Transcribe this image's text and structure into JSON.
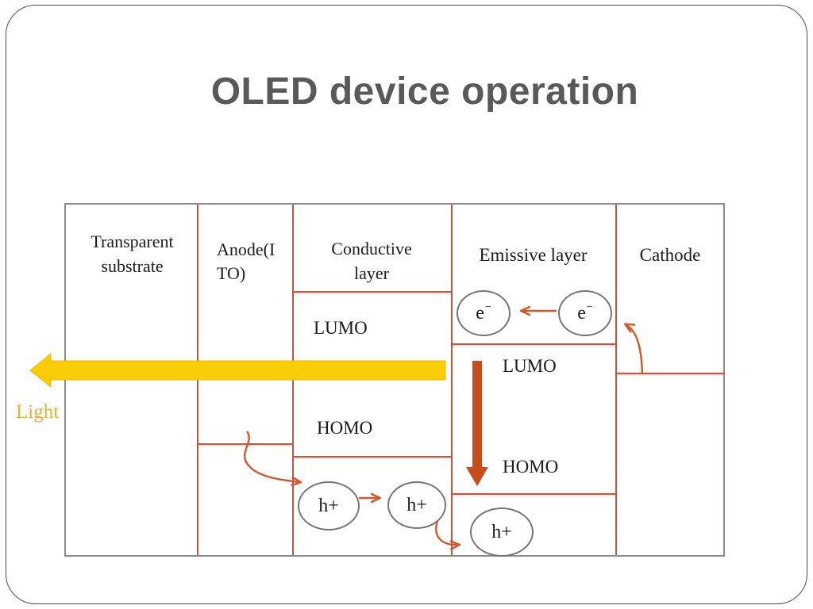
{
  "slide": {
    "title": "OLED device operation"
  },
  "diagram": {
    "layers": [
      {
        "label": "Transparent substrate",
        "lines": [
          "Transparent",
          "substrate"
        ]
      },
      {
        "label": "Anode(ITO)",
        "lines": [
          "Anode(I",
          "TO)"
        ]
      },
      {
        "label": "Conductive layer",
        "lines": [
          "Conductive",
          "layer"
        ]
      },
      {
        "label": "Emissive layer",
        "lines": [
          "Emissive layer"
        ]
      },
      {
        "label": "Cathode",
        "lines": [
          "Cathode"
        ]
      }
    ],
    "conductive_layer": {
      "lumo_label": "LUMO",
      "homo_label": "HOMO"
    },
    "emissive_layer": {
      "lumo_label": "LUMO",
      "homo_label": "HOMO"
    },
    "particles": {
      "electron": {
        "base": "e",
        "superscript": "−"
      },
      "hole": {
        "label": "h+"
      }
    },
    "light": {
      "label": "Light"
    }
  },
  "colors": {
    "title_gray": "#595959",
    "divider_red": "#C3573E",
    "arrow_orange": "#D2572B",
    "recombination_arrow_red": "#C74E1C",
    "light_arrow_yellow": "#FBCC08",
    "light_text_gold": "#EFAF33",
    "box_border_gray": "#8C8C8C"
  }
}
